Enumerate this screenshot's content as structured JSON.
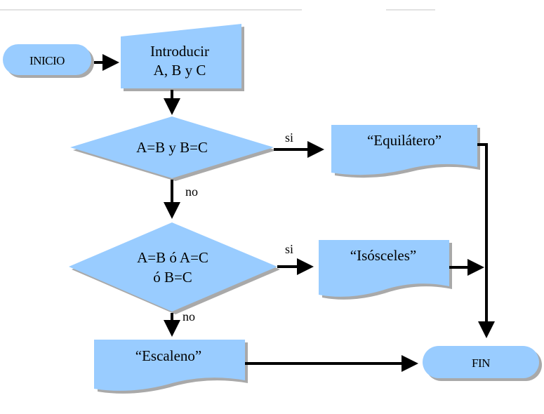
{
  "flowchart": {
    "start": "INICIO",
    "input": {
      "line1": "Introducir",
      "line2": "A, B y C"
    },
    "decision1": {
      "text": "A=B y B=C",
      "yes_label": "si",
      "no_label": "no"
    },
    "output_equilatero": "“Equilátero”",
    "decision2": {
      "line1": "A=B ó A=C",
      "line2": "ó B=C",
      "yes_label": "si",
      "no_label": "no"
    },
    "output_isosceles": "“Isósceles”",
    "output_escaleno": "“Escaleno”",
    "end": "FIN"
  },
  "colors": {
    "shape_fill": "#99ccff",
    "shadow": "#a9a9a9",
    "line": "#000000"
  }
}
